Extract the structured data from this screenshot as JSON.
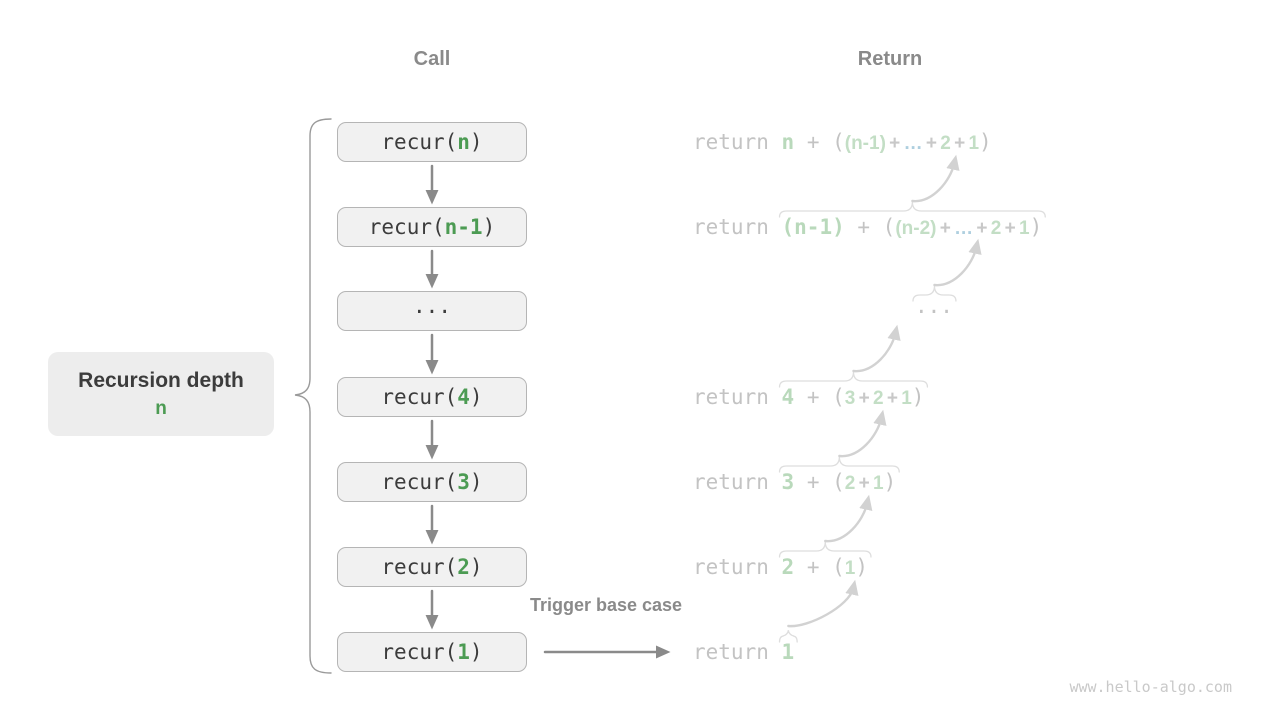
{
  "headers": {
    "call": "Call",
    "return": "Return"
  },
  "depth_label": {
    "title": "Recursion depth",
    "value": "n"
  },
  "trigger_label": "Trigger base case",
  "watermark": "www.hello-algo.com",
  "colors": {
    "call_arg_green": "#4c9b53",
    "dark_text": "#3c3c3c",
    "muted_gray": "#8a8a8a",
    "return_gray": "#c3c3c3",
    "return_green": "#b9d9bb",
    "return_ellipsis_blue": "#aecfdf",
    "box_fill": "#f1f1f1",
    "box_border": "#b5b5b5"
  },
  "call_column": [
    {
      "id": "recur-n",
      "segments": [
        {
          "t": "recur(",
          "s": "dark"
        },
        {
          "t": "n",
          "s": "green"
        },
        {
          "t": ")",
          "s": "dark"
        }
      ]
    },
    {
      "id": "recur-n-1",
      "segments": [
        {
          "t": "recur(",
          "s": "dark"
        },
        {
          "t": "n-1",
          "s": "green"
        },
        {
          "t": ")",
          "s": "dark"
        }
      ]
    },
    {
      "id": "ellipsis",
      "segments": [
        {
          "t": "...",
          "s": "dark"
        }
      ]
    },
    {
      "id": "recur-4",
      "segments": [
        {
          "t": "recur(",
          "s": "dark"
        },
        {
          "t": "4",
          "s": "green"
        },
        {
          "t": ")",
          "s": "dark"
        }
      ]
    },
    {
      "id": "recur-3",
      "segments": [
        {
          "t": "recur(",
          "s": "dark"
        },
        {
          "t": "3",
          "s": "green"
        },
        {
          "t": ")",
          "s": "dark"
        }
      ]
    },
    {
      "id": "recur-2",
      "segments": [
        {
          "t": "recur(",
          "s": "dark"
        },
        {
          "t": "2",
          "s": "green"
        },
        {
          "t": ")",
          "s": "dark"
        }
      ]
    },
    {
      "id": "recur-1",
      "segments": [
        {
          "t": "recur(",
          "s": "dark"
        },
        {
          "t": "1",
          "s": "green"
        },
        {
          "t": ")",
          "s": "dark"
        }
      ]
    }
  ],
  "return_column": [
    {
      "id": "return-n",
      "segments": [
        {
          "t": "return ",
          "s": "mg"
        },
        {
          "t": "n",
          "s": "mgn"
        },
        {
          "t": " + (",
          "s": "mg"
        },
        {
          "t": "(n-1)",
          "s": "bg"
        },
        {
          "t": " + ",
          "s": "bgy"
        },
        {
          "t": "…",
          "s": "bbl"
        },
        {
          "t": " + ",
          "s": "bgy"
        },
        {
          "t": "2",
          "s": "bg"
        },
        {
          "t": " + ",
          "s": "bgy"
        },
        {
          "t": "1",
          "s": "bg"
        },
        {
          "t": ")",
          "s": "mg"
        }
      ]
    },
    {
      "id": "return-n-1",
      "segments": [
        {
          "t": "return ",
          "s": "mg"
        },
        {
          "t": "(n-1)",
          "s": "mgn"
        },
        {
          "t": " + (",
          "s": "mg"
        },
        {
          "t": "(n-2)",
          "s": "bg"
        },
        {
          "t": " + ",
          "s": "bgy"
        },
        {
          "t": "…",
          "s": "bbl"
        },
        {
          "t": " + ",
          "s": "bgy"
        },
        {
          "t": "2",
          "s": "bg"
        },
        {
          "t": " + ",
          "s": "bgy"
        },
        {
          "t": "1",
          "s": "bg"
        },
        {
          "t": ")",
          "s": "mg"
        }
      ]
    },
    {
      "id": "return-ellipsis",
      "segments": [
        {
          "t": "...",
          "s": "mg"
        }
      ]
    },
    {
      "id": "return-4",
      "segments": [
        {
          "t": "return ",
          "s": "mg"
        },
        {
          "t": "4",
          "s": "mgn"
        },
        {
          "t": " + (",
          "s": "mg"
        },
        {
          "t": "3",
          "s": "bg"
        },
        {
          "t": " + ",
          "s": "bgy"
        },
        {
          "t": "2",
          "s": "bg"
        },
        {
          "t": " + ",
          "s": "bgy"
        },
        {
          "t": "1",
          "s": "bg"
        },
        {
          "t": ")",
          "s": "mg"
        }
      ]
    },
    {
      "id": "return-3",
      "segments": [
        {
          "t": "return ",
          "s": "mg"
        },
        {
          "t": "3",
          "s": "mgn"
        },
        {
          "t": " + (",
          "s": "mg"
        },
        {
          "t": "2",
          "s": "bg"
        },
        {
          "t": " + ",
          "s": "bgy"
        },
        {
          "t": "1",
          "s": "bg"
        },
        {
          "t": ")",
          "s": "mg"
        }
      ]
    },
    {
      "id": "return-2",
      "segments": [
        {
          "t": "return ",
          "s": "mg"
        },
        {
          "t": "2",
          "s": "mgn"
        },
        {
          "t": " + (",
          "s": "mg"
        },
        {
          "t": "1",
          "s": "bg"
        },
        {
          "t": ")",
          "s": "mg"
        }
      ]
    },
    {
      "id": "return-1",
      "segments": [
        {
          "t": "return ",
          "s": "mg"
        },
        {
          "t": "1",
          "s": "mgn"
        }
      ]
    }
  ]
}
